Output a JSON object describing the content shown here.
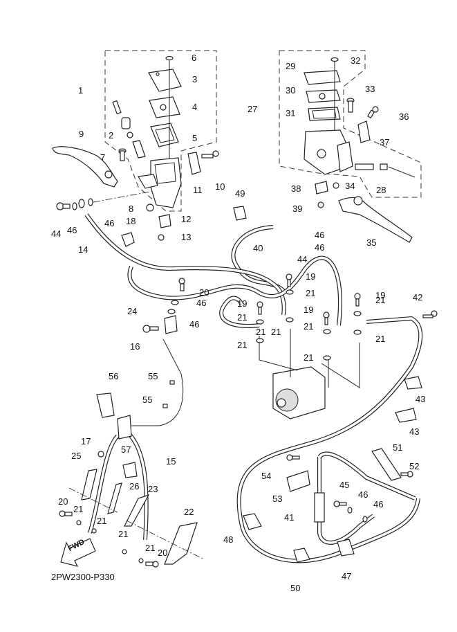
{
  "diagram": {
    "title_code": "2PW2300-P330",
    "direction_marker": "FWD",
    "subject": "Front master cylinder and brake hose exploded parts diagram",
    "callouts": [
      {
        "id": "c1",
        "num": "1"
      },
      {
        "id": "c2",
        "num": "2"
      },
      {
        "id": "c3",
        "num": "3"
      },
      {
        "id": "c4",
        "num": "4"
      },
      {
        "id": "c5",
        "num": "5"
      },
      {
        "id": "c6",
        "num": "6"
      },
      {
        "id": "c7",
        "num": "7"
      },
      {
        "id": "c8",
        "num": "8"
      },
      {
        "id": "c9",
        "num": "9"
      },
      {
        "id": "c10",
        "num": "10"
      },
      {
        "id": "c11",
        "num": "11"
      },
      {
        "id": "c12",
        "num": "12"
      },
      {
        "id": "c13",
        "num": "13"
      },
      {
        "id": "c14",
        "num": "14"
      },
      {
        "id": "c15",
        "num": "15"
      },
      {
        "id": "c16",
        "num": "16"
      },
      {
        "id": "c17",
        "num": "17"
      },
      {
        "id": "c18",
        "num": "18"
      },
      {
        "id": "c19a",
        "num": "19"
      },
      {
        "id": "c19b",
        "num": "19"
      },
      {
        "id": "c19c",
        "num": "19"
      },
      {
        "id": "c19d",
        "num": "19"
      },
      {
        "id": "c20a",
        "num": "20"
      },
      {
        "id": "c20b",
        "num": "20"
      },
      {
        "id": "c20c",
        "num": "20"
      },
      {
        "id": "c21a",
        "num": "21"
      },
      {
        "id": "c21b",
        "num": "21"
      },
      {
        "id": "c21c",
        "num": "21"
      },
      {
        "id": "c21d",
        "num": "21"
      },
      {
        "id": "c21e",
        "num": "21"
      },
      {
        "id": "c21f",
        "num": "21"
      },
      {
        "id": "c21g",
        "num": "21"
      },
      {
        "id": "c21h",
        "num": "21"
      },
      {
        "id": "c21i",
        "num": "21"
      },
      {
        "id": "c21j",
        "num": "21"
      },
      {
        "id": "c21k",
        "num": "21"
      },
      {
        "id": "c21l",
        "num": "21"
      },
      {
        "id": "c21m",
        "num": "21"
      },
      {
        "id": "c22",
        "num": "22"
      },
      {
        "id": "c23",
        "num": "23"
      },
      {
        "id": "c24",
        "num": "24"
      },
      {
        "id": "c25",
        "num": "25"
      },
      {
        "id": "c26",
        "num": "26"
      },
      {
        "id": "c27",
        "num": "27"
      },
      {
        "id": "c28",
        "num": "28"
      },
      {
        "id": "c29",
        "num": "29"
      },
      {
        "id": "c30",
        "num": "30"
      },
      {
        "id": "c31",
        "num": "31"
      },
      {
        "id": "c32",
        "num": "32"
      },
      {
        "id": "c33",
        "num": "33"
      },
      {
        "id": "c34",
        "num": "34"
      },
      {
        "id": "c35",
        "num": "35"
      },
      {
        "id": "c36",
        "num": "36"
      },
      {
        "id": "c37",
        "num": "37"
      },
      {
        "id": "c38",
        "num": "38"
      },
      {
        "id": "c39",
        "num": "39"
      },
      {
        "id": "c40",
        "num": "40"
      },
      {
        "id": "c41",
        "num": "41"
      },
      {
        "id": "c42",
        "num": "42"
      },
      {
        "id": "c43a",
        "num": "43"
      },
      {
        "id": "c43b",
        "num": "43"
      },
      {
        "id": "c44a",
        "num": "44"
      },
      {
        "id": "c44b",
        "num": "44"
      },
      {
        "id": "c45",
        "num": "45"
      },
      {
        "id": "c46a",
        "num": "46"
      },
      {
        "id": "c46b",
        "num": "46"
      },
      {
        "id": "c46c",
        "num": "46"
      },
      {
        "id": "c46d",
        "num": "46"
      },
      {
        "id": "c46e",
        "num": "46"
      },
      {
        "id": "c46f",
        "num": "46"
      },
      {
        "id": "c46g",
        "num": "46"
      },
      {
        "id": "c46h",
        "num": "46"
      },
      {
        "id": "c47",
        "num": "47"
      },
      {
        "id": "c48",
        "num": "48"
      },
      {
        "id": "c49",
        "num": "49"
      },
      {
        "id": "c50",
        "num": "50"
      },
      {
        "id": "c51",
        "num": "51"
      },
      {
        "id": "c52",
        "num": "52"
      },
      {
        "id": "c53",
        "num": "53"
      },
      {
        "id": "c54",
        "num": "54"
      },
      {
        "id": "c55a",
        "num": "55"
      },
      {
        "id": "c55b",
        "num": "55"
      },
      {
        "id": "c56",
        "num": "56"
      },
      {
        "id": "c57",
        "num": "57"
      }
    ]
  }
}
